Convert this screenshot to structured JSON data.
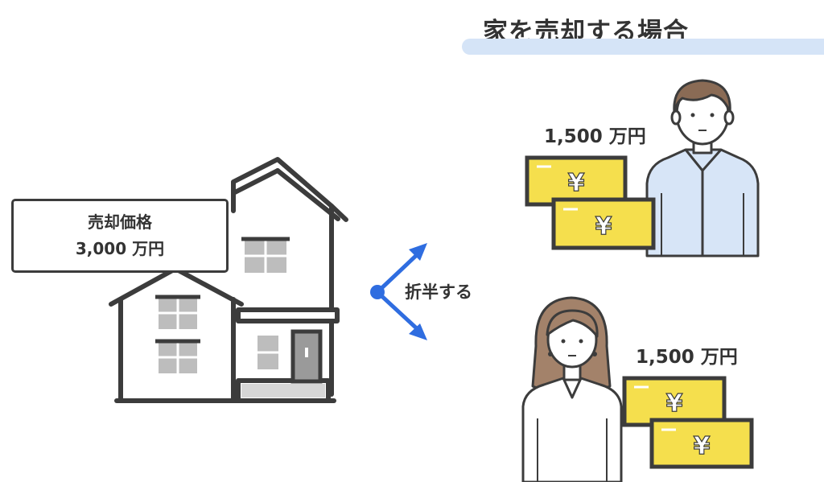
{
  "title": "家を売却する場合",
  "sale_box": {
    "label": "売却価格",
    "amount": "3,000 万円"
  },
  "split_label": "折半する",
  "man_share": "1,500 万円",
  "woman_share": "1,500 万円",
  "banknote_symbol": "¥",
  "colors": {
    "accent": "#2f6de0",
    "title_bar": "#d5e4f7",
    "banknote": "#f5df4d",
    "man_shirt": "#d7e5f7",
    "line": "#3c3c3c",
    "window": "#bdbdbd"
  }
}
